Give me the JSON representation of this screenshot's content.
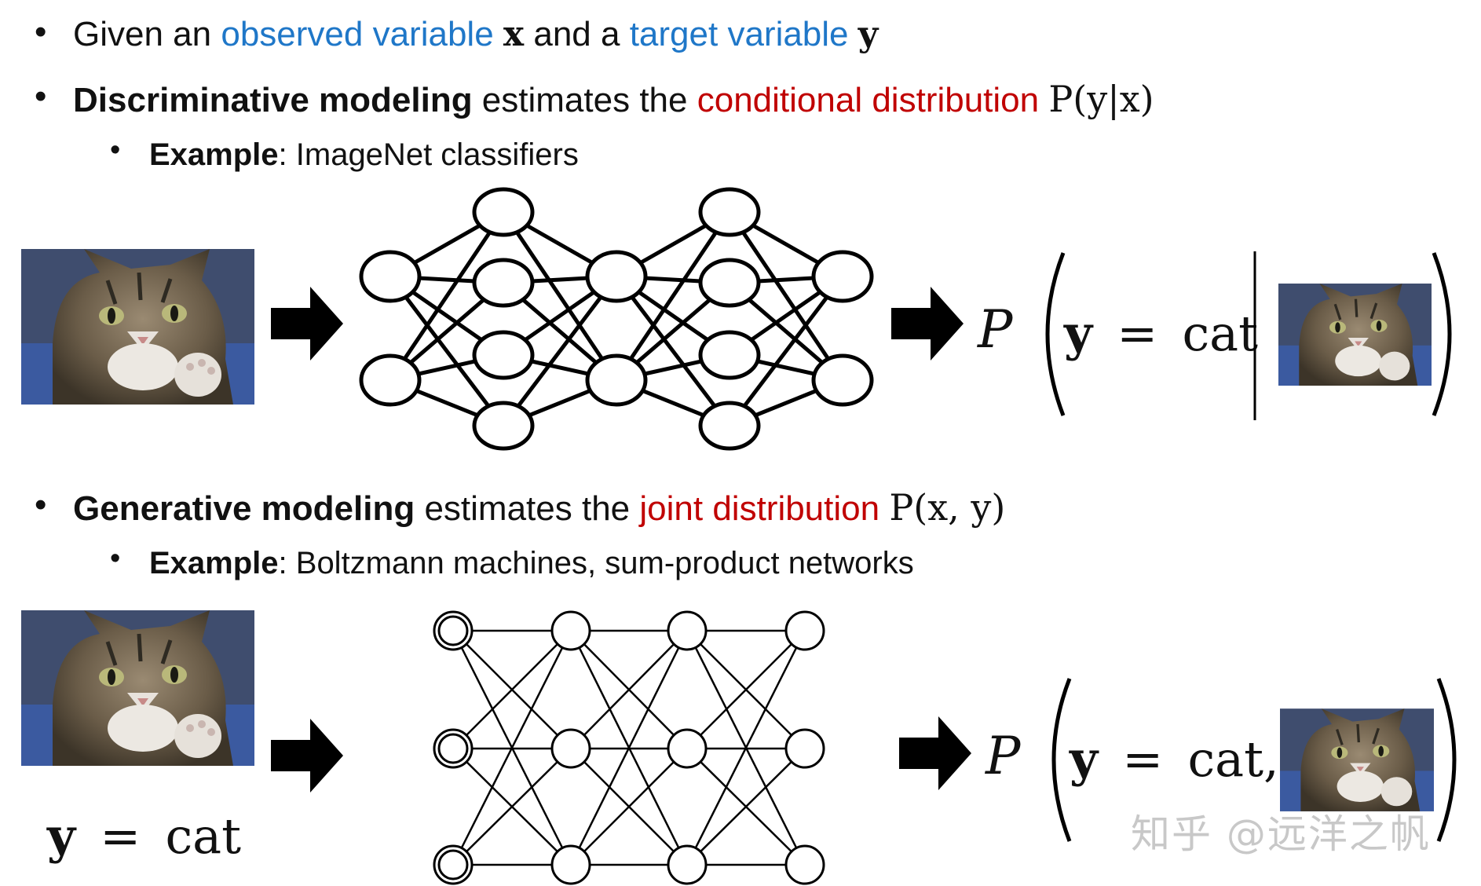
{
  "line1": {
    "prefix": "Given an ",
    "observed": "observed variable",
    "x": "x",
    "middle": " and a ",
    "target": "target variable",
    "y": "y"
  },
  "line2": {
    "bold": "Discriminative modeling",
    "middle": " estimates the ",
    "red": "conditional distribution",
    "formula": "P(y|x)"
  },
  "line2_example": {
    "bold": "Example",
    "text": ": ImageNet classifiers"
  },
  "discriminative_output": {
    "P": "P",
    "y": "y",
    "eq": "=",
    "cat": "cat"
  },
  "line3": {
    "bold": "Generative modeling",
    "middle": " estimates the ",
    "red": "joint distribution",
    "formula": "P(x, y)"
  },
  "line3_example": {
    "bold": "Example",
    "text": ": Boltzmann machines, sum-product networks"
  },
  "generative_output": {
    "P": "P",
    "y": "y",
    "eq": "=",
    "cat": "cat,"
  },
  "generative_label": {
    "y": "y",
    "eq": "=",
    "cat": "cat"
  },
  "watermark": "知乎 @远洋之帆"
}
